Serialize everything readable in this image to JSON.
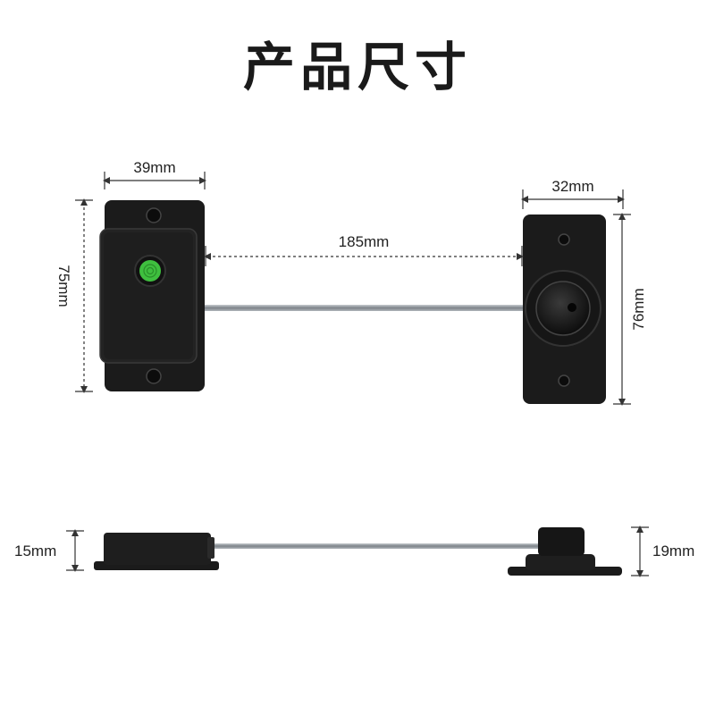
{
  "title": "产品尺寸",
  "dimensions": {
    "left_width": "39mm",
    "left_height": "75mm",
    "cable_length": "185mm",
    "right_width": "32mm",
    "right_height": "76mm",
    "left_depth": "15mm",
    "right_depth": "19mm"
  },
  "colors": {
    "body": "#1b1b1b",
    "button": "#3fbf3f",
    "cable": "#9aa0a6",
    "dimension_line": "#333333"
  },
  "icons": [
    "fingerprint-icon"
  ]
}
